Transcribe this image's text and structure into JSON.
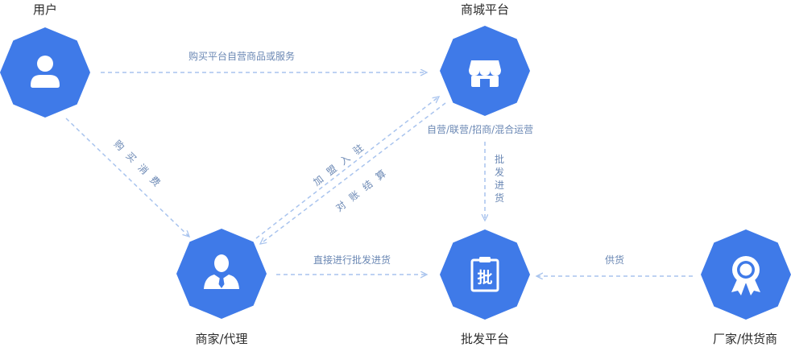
{
  "colors": {
    "node": "#3f7ae8",
    "edge": "#a9c4ee",
    "label": "#6b88b4"
  },
  "nodes": {
    "user": {
      "title": "用户",
      "icon": "user-icon"
    },
    "mall": {
      "title": "商城平台",
      "icon": "storefront-icon"
    },
    "merchant": {
      "title": "商家/代理",
      "icon": "businessman-icon"
    },
    "wholesale": {
      "title": "批发平台",
      "icon": "clipboard-pi-icon",
      "icon_char": "批"
    },
    "supplier": {
      "title": "厂家/供货商",
      "icon": "award-ribbon-icon"
    }
  },
  "edges": {
    "user_to_mall": "购买平台自营商品或服务",
    "mall_ops": "自营/联营/招商/混合运营",
    "user_to_merchant": "购买消费",
    "merchant_to_mall": "加盟入驻",
    "mall_to_merchant": "对账结算",
    "mall_to_wholesale": "批发进货",
    "merchant_to_wholesale": "直接进行批发进货",
    "supplier_to_wholesale": "供货"
  }
}
